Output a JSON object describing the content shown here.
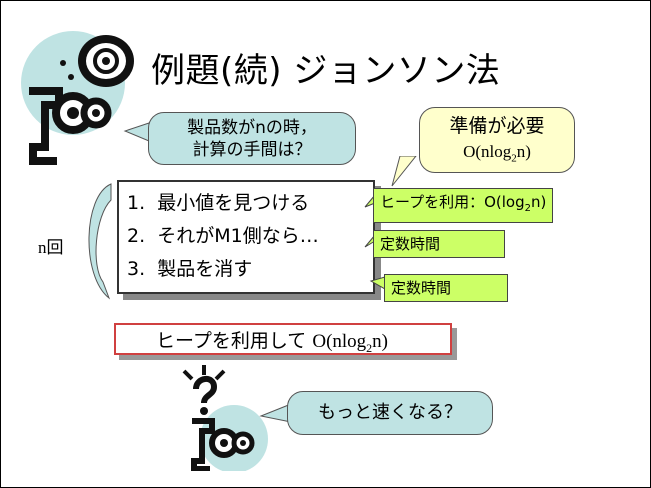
{
  "slide": {
    "title": "例題(続) ジョンソン法",
    "bubble_question": {
      "line1": "製品数がnの時，",
      "line2": "計算の手間は？"
    },
    "bubble_prep": {
      "line1": "準備が必要",
      "line2_prefix": "O(nlog",
      "line2_sub": "2",
      "line2_suffix": "n)"
    },
    "steps": [
      {
        "num": "1.",
        "text": "最小値を見つける"
      },
      {
        "num": "2.",
        "text": "それがM1側なら…"
      },
      {
        "num": "3.",
        "text": "製品を消す"
      }
    ],
    "loop_label": "n回",
    "callouts": {
      "heap": {
        "prefix": "ヒープを利用：O(log",
        "sub": "2",
        "suffix": "n)"
      },
      "const1": "定数時間",
      "const2": "定数時間"
    },
    "result": {
      "prefix": "ヒープを利用して ",
      "formula_prefix": "O(nlog",
      "formula_sub": "2",
      "formula_suffix": "n)"
    },
    "bubble_faster": "もっと速くなる？",
    "colors": {
      "bubble": "#bfe3e3",
      "callout": "#ccff66",
      "prep": "#ffffcc",
      "result_border": "#d04040"
    }
  }
}
